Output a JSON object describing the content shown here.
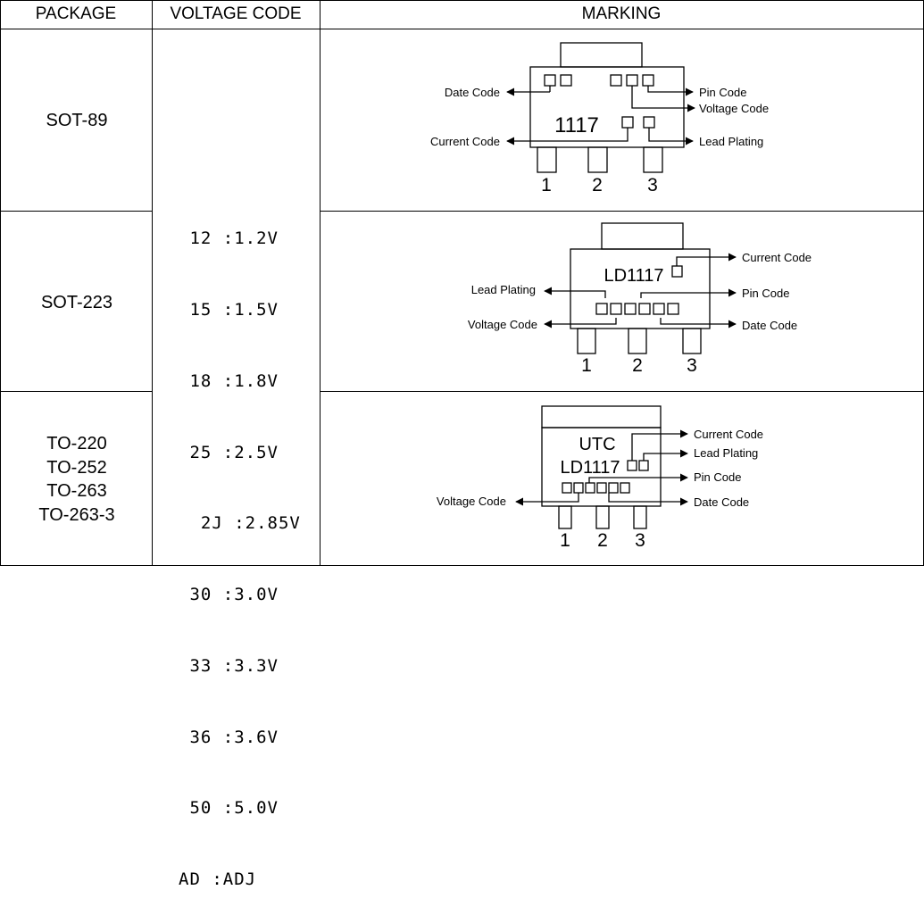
{
  "headers": {
    "package": "PACKAGE",
    "voltage_code": "VOLTAGE CODE",
    "marking": "MARKING"
  },
  "packages": {
    "row1": [
      "SOT-89"
    ],
    "row2": [
      "SOT-223"
    ],
    "row3": [
      "TO-220",
      "TO-252",
      "TO-263",
      "TO-263-3"
    ]
  },
  "voltage_codes": [
    " 12 :1.2V",
    " 15 :1.5V",
    " 18 :1.8V",
    " 25 :2.5V",
    "  2J :2.85V",
    " 30 :3.0V",
    " 33 :3.3V",
    " 36 :3.6V",
    " 50 :5.0V",
    "AD :ADJ"
  ],
  "sot89": {
    "marking_text": "1117",
    "labels": {
      "date_code": "Date Code",
      "pin_code": "Pin Code",
      "voltage_code": "Voltage Code",
      "current_code": "Current Code",
      "lead_plating": "Lead Plating"
    },
    "pins": [
      "1",
      "2",
      "3"
    ]
  },
  "sot223": {
    "marking_text": "LD1117",
    "labels": {
      "current_code": "Current Code",
      "lead_plating": "Lead Plating",
      "pin_code": "Pin Code",
      "voltage_code": "Voltage Code",
      "date_code": "Date Code"
    },
    "pins": [
      "1",
      "2",
      "3"
    ]
  },
  "to220": {
    "marking_line1": "UTC",
    "marking_line2": "LD1117",
    "labels": {
      "current_code": "Current Code",
      "lead_plating": "Lead Plating",
      "pin_code": "Pin Code",
      "voltage_code": "Voltage Code",
      "date_code": "Date Code"
    },
    "pins": [
      "1",
      "2",
      "3"
    ]
  }
}
